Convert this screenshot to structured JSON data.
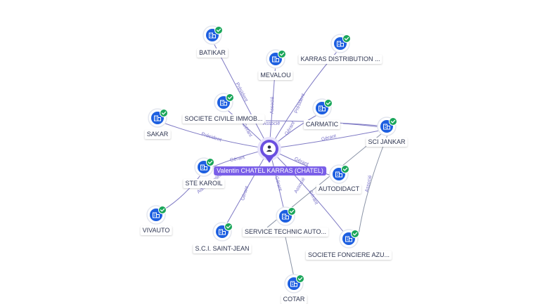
{
  "colors": {
    "company": "#1d5fe0",
    "check": "#1aa65a",
    "person": "#6a4fe0",
    "edge": "#7e79c4",
    "edge_grey": "#8a93a6",
    "label_bg": "#7a5fe8"
  },
  "center": {
    "name": "Valentin CHATEL KARRAS (CHATEL)",
    "icon": "person-icon"
  },
  "companies": [
    {
      "id": "batikar",
      "label": "BATIKAR"
    },
    {
      "id": "mevalou",
      "label": "MEVALOU"
    },
    {
      "id": "karras",
      "label": "KARRAS DISTRIBUTION ..."
    },
    {
      "id": "sci-immob",
      "label": "SOCIETE CIVILE IMMOB..."
    },
    {
      "id": "sakar",
      "label": "SAKAR"
    },
    {
      "id": "carmatic",
      "label": "CARMATIC"
    },
    {
      "id": "scijankar",
      "label": "SCI JANKAR"
    },
    {
      "id": "stekaroil",
      "label": "STE KAROIL"
    },
    {
      "id": "autodidact",
      "label": "AUTODIDACT"
    },
    {
      "id": "vivauto",
      "label": "VIVAUTO"
    },
    {
      "id": "saintjean",
      "label": "S.C.I. SAINT-JEAN"
    },
    {
      "id": "servicetech",
      "label": "SERVICE TECHNIC AUTO..."
    },
    {
      "id": "fonciere",
      "label": "SOCIETE FONCIERE AZU..."
    },
    {
      "id": "cotar",
      "label": "COTAR"
    }
  ],
  "edge_labels": {
    "president": "Président",
    "associe": "Associé",
    "gerant": "Gérant",
    "administrateur": "Administrateur"
  }
}
